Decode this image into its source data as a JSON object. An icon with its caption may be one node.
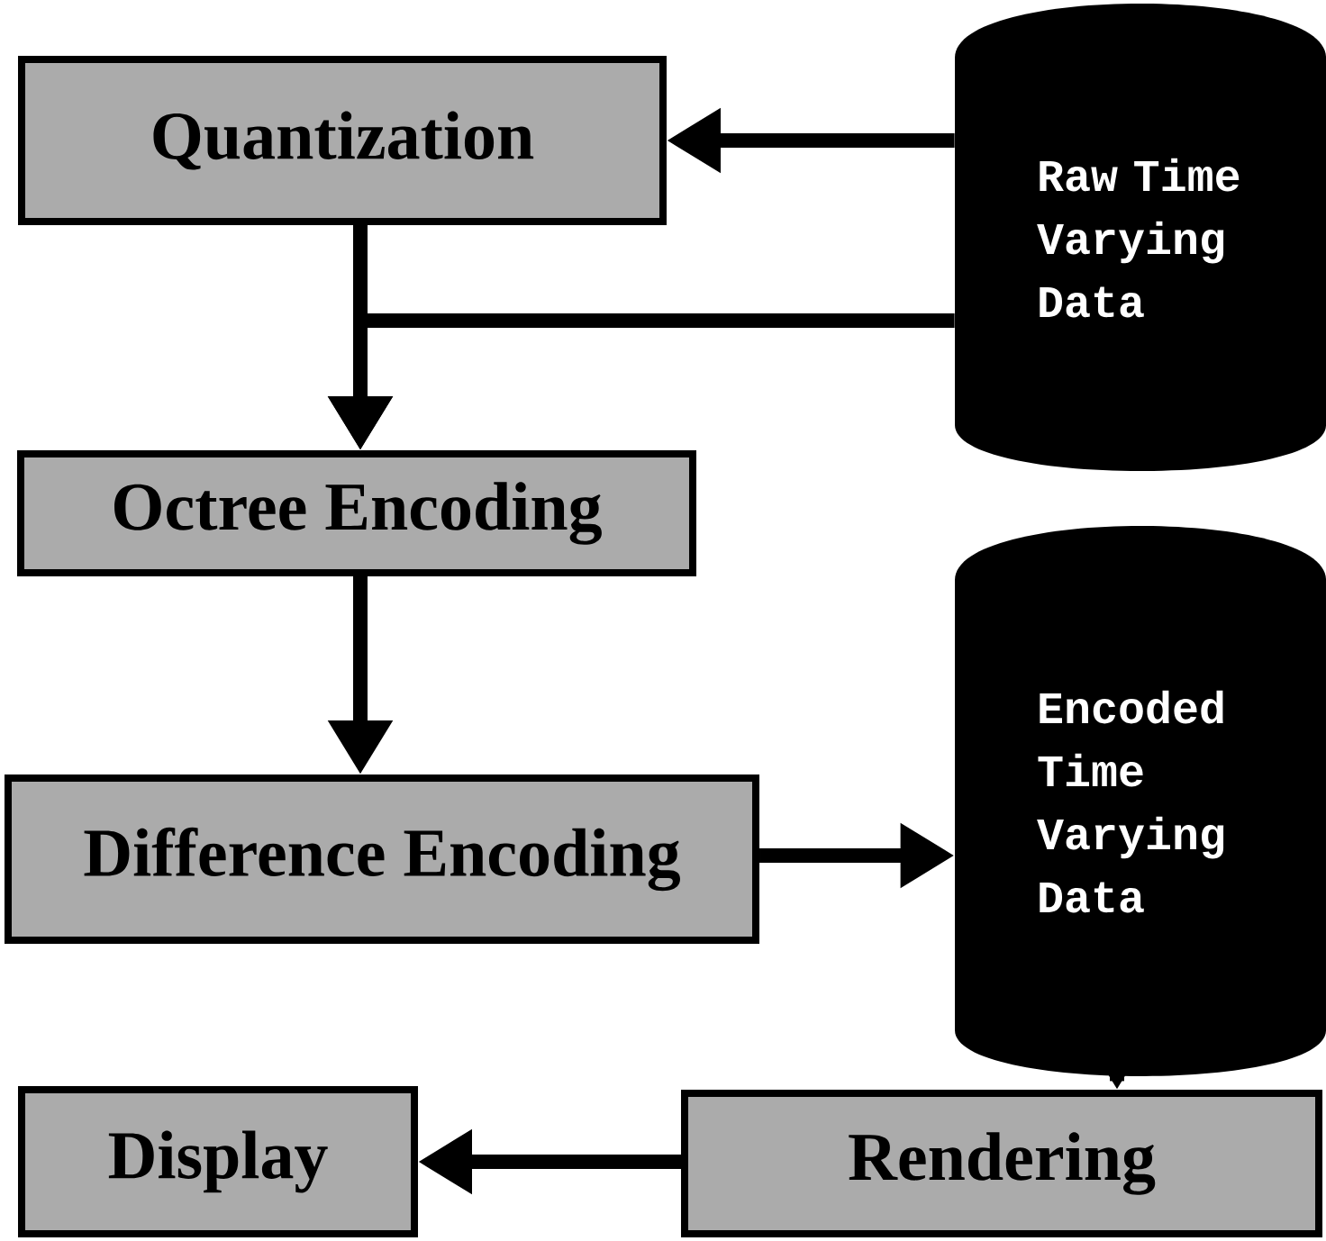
{
  "diagram": {
    "nodes": [
      {
        "text": [
          "Quantization"
        ]
      },
      {
        "text": [
          "Raw Time Varying Data"
        ]
      },
      {
        "text": [
          "Octree Encoding"
        ]
      },
      {
        "text": [
          "Difference Encoding"
        ]
      },
      {
        "text": [
          "Encoded Time Varying Data"
        ]
      },
      {
        "text": [
          "Display"
        ]
      },
      {
        "text": [
          "Rendering"
        ]
      }
    ],
    "edges": [
      {
        "from": 1,
        "to": 0,
        "arrow": "to"
      },
      {
        "from": 0,
        "to": 2,
        "arrow": "to"
      },
      {
        "from": 1,
        "to": 2,
        "arrow": "to"
      },
      {
        "from": 2,
        "to": 3,
        "arrow": "to"
      },
      {
        "from": 3,
        "to": 4,
        "arrow": "to"
      },
      {
        "from": 4,
        "to": 6,
        "arrow": "to"
      },
      {
        "from": 6,
        "to": 5,
        "arrow": "to"
      }
    ]
  }
}
